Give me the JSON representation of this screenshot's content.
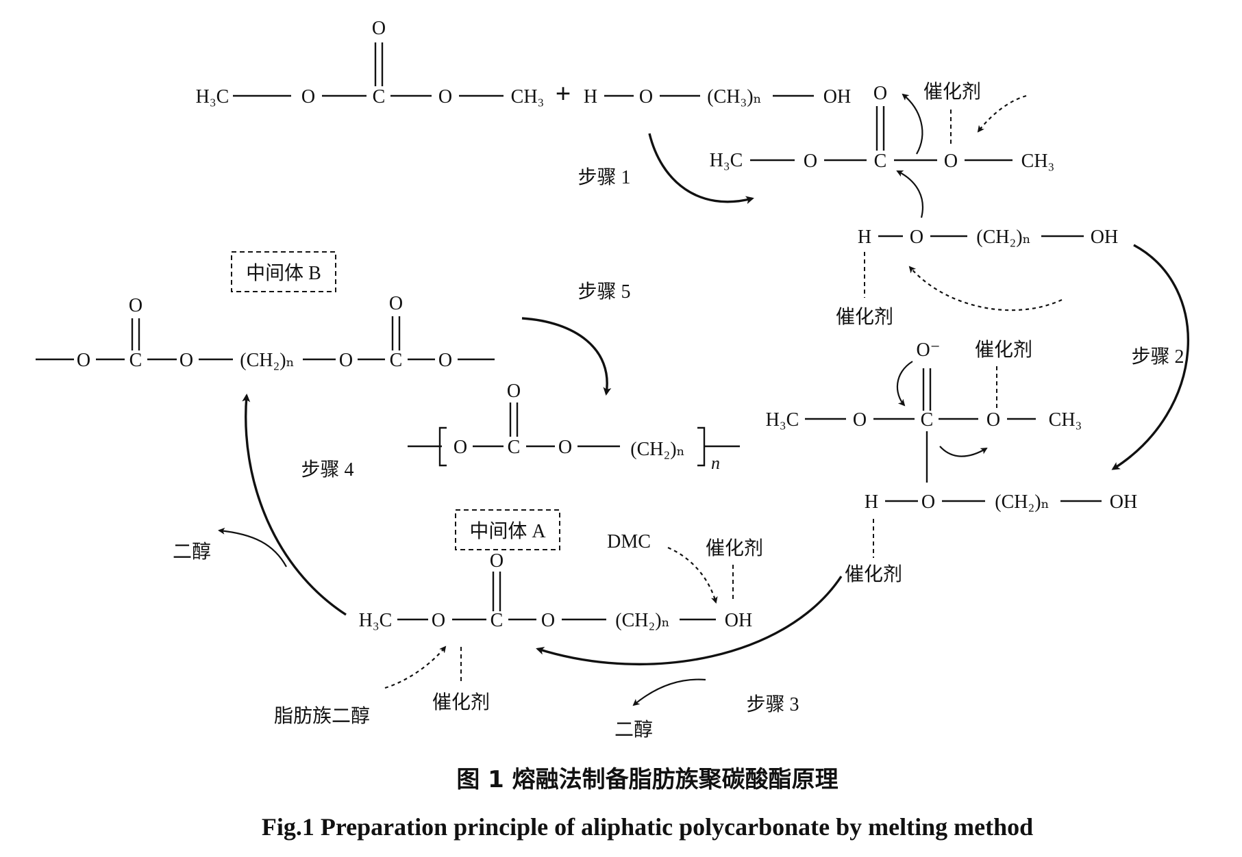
{
  "atoms": {
    "h3c": "H₃C",
    "ch3": "CH₃",
    "o": "O",
    "c": "C",
    "h": "H",
    "oh": "OH",
    "o_minus": "O⁻",
    "ch3n_group": "(CH₃)ₙ",
    "ch2n_group": "(CH₂)ₙ",
    "plus": "+",
    "repeat_n": "n",
    "dmc": "DMC"
  },
  "labels": {
    "step1": "步骤 1",
    "step2": "步骤 2",
    "step3": "步骤 3",
    "step4": "步骤 4",
    "step5": "步骤 5",
    "catalyst": "催化剂",
    "diol": "二醇",
    "aliphatic_diol": "脂肪族二醇",
    "intermediate_a": "中间体 A",
    "intermediate_b": "中间体 B"
  },
  "caption": {
    "cn": "图 1    熔融法制备脂肪族聚碳酸酯原理",
    "en": "Fig.1    Preparation principle of aliphatic polycarbonate by melting method"
  }
}
